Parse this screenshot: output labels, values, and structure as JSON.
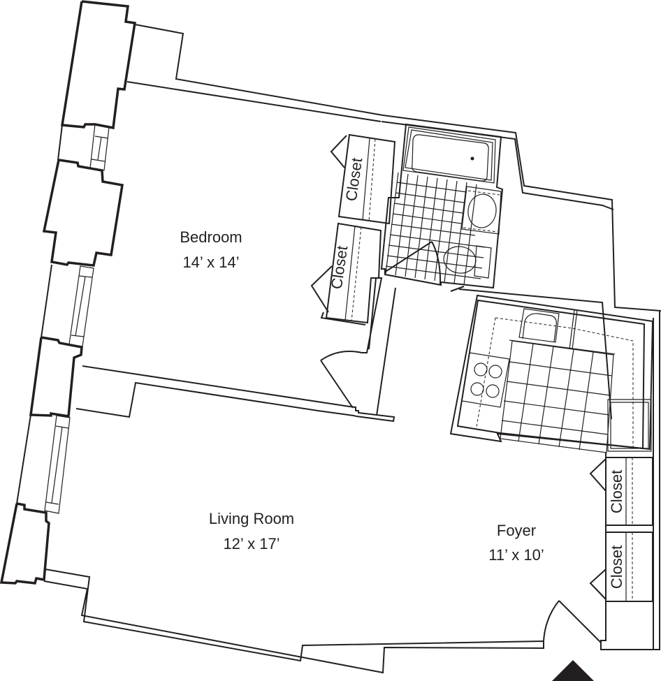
{
  "floorplan": {
    "rooms": [
      {
        "id": "bedroom",
        "name": "Bedroom",
        "dimensions": "14’ x 14’"
      },
      {
        "id": "living_room",
        "name": "Living Room",
        "dimensions": "12’ x 17’"
      },
      {
        "id": "foyer",
        "name": "Foyer",
        "dimensions": "11’ x 10’"
      }
    ],
    "closets": [
      {
        "id": "bedroom_closet_1",
        "label": "Closet"
      },
      {
        "id": "bedroom_closet_2",
        "label": "Closet"
      },
      {
        "id": "foyer_closet_1",
        "label": "Closet"
      },
      {
        "id": "foyer_closet_2",
        "label": "Closet"
      }
    ],
    "fixtures": [
      "bathtub",
      "bathroom-sink",
      "toilet",
      "kitchen-stove",
      "kitchen-sink",
      "refrigerator"
    ],
    "colors": {
      "line": "#231f20",
      "background": "#ffffff"
    },
    "entrance_marker": "north-arrow-triangle"
  }
}
